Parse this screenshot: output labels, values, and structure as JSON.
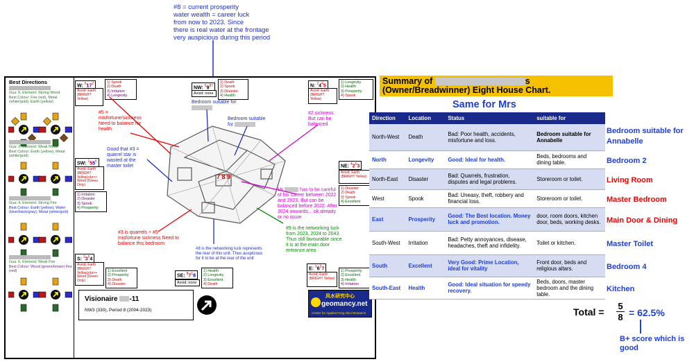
{
  "top_annotation": [
    "#8 = current prosperity",
    "water wealth = career luck",
    "from now to 2023. Since",
    "there is real water at the frontage",
    "very auspicious during this period"
  ],
  "best_directions": {
    "title": "Best Directions",
    "panels": [
      {
        "gua": "Gua: 8, Element: Strong Wood",
        "colour": "Best Colour: Fire (red), Metal (white/gold), Earth (yellow)"
      },
      {
        "gua": "Gua: 3, Element: Weak Metal",
        "colour": "Best Colour: Earth (yellow), Metal (white/gold)"
      },
      {
        "gua": "Gua: 4, Element: Strong Fire",
        "colour": "Best Colour: Earth (yellow), Water (blue/black/gray), Metal (white/gold)"
      },
      {
        "gua": "Gua: 6, Element: Weak Fire",
        "colour": "Best Colour: Wood (green/brown) Fire (red)"
      }
    ]
  },
  "sectors": {
    "W": {
      "head": "W:",
      "n1": "6",
      "n2": "1",
      "n3": "7",
      "n4": "2",
      "note": "Avoid: Earth (BRIGHT Yellow)",
      "stars": [
        "1) Spook",
        "2) Death",
        "3) Irritation",
        "4) Longevity"
      ]
    },
    "NW": {
      "head": "NW:",
      "n1": "6",
      "n2": "9",
      "n3": "8",
      "n4": "7",
      "note": "Avoid: none",
      "stars": [
        "1) Death",
        "2) Spook",
        "3) Disaster",
        "4) Health"
      ]
    },
    "N": {
      "head": "N:",
      "n1": "2",
      "n2": "4",
      "n3": "4",
      "n4": "5",
      "note": "Avoid: Earth (BRIGHT Yellow)",
      "stars": [
        "1) Longevity",
        "2) Health",
        "3) Prosperity",
        "4) Spook"
      ]
    },
    "SW": {
      "head": "SW:",
      "n1": "1",
      "n2": "5",
      "n3": "5",
      "n4": "6",
      "note": "Avoid: Earth (BRIGHT Yellow)<br>+Wood (Green Only)",
      "stars": [
        "1) Irritation",
        "2) Disaster",
        "3) Spook",
        "4) Prosperity"
      ]
    },
    "NE": {
      "head": "NE:",
      "n1": "4",
      "n2": "2",
      "n3": "6",
      "n4": "3",
      "note": "Avoid: Earth (BRIGHT Yellow)",
      "stars": [
        "1) Disaster",
        "2) Death",
        "3) Spook",
        "4) Excellent"
      ]
    },
    "S": {
      "head": "S:",
      "n1": "3",
      "n2": "3",
      "n3": "5",
      "n4": "4",
      "note": "Avoid: Earth (BRIGHT Yellow)<br>+Wood (Green Only)",
      "stars": [
        "1) Excellent",
        "2) Prosperity",
        "3) Death",
        "4) Disaster"
      ]
    },
    "SE": {
      "head": "SE:",
      "n1": "8",
      "n2": "7",
      "n3": "1",
      "n4": "8",
      "note": "Avoid: none",
      "stars": [
        "1) Health",
        "2) Longevity",
        "3) Excellent",
        "4) Death"
      ]
    },
    "E": {
      "head": "E:",
      "n1": "9",
      "n2": "6",
      "n3": "2",
      "n4": "7",
      "note": "Avoid: Earth (BRIGHT Yellow)",
      "stars": [
        "1) Prosperity",
        "2) Excellent",
        "3) Health",
        "4) Irritation"
      ]
    }
  },
  "annotations": {
    "misfortune": "#5 = misfortune/sickness Need to balance for health",
    "quarrel": "Good that #3 = quarrel star is wasted at the master toilet",
    "bedroom1": "Bedroom suitable for",
    "bedroom2": "Bedroom suitable for",
    "sickness": "#2 sickness. But can be balanced",
    "career_a": "has to be careful of his career between 2022 and 2023. But can be balanced before 2022. After 2024 onwards... ok already or no issue",
    "career_prefix": "Mr",
    "networking9": "#9 is the networking luck from 2023, 2024 to 2043. Thus still favourable since it is at the main door entrance area",
    "quarrels35": "#3 is quarrels + #5 misfortune sickness Need to balance this bedroom",
    "networking8": "#8 is the networking luck represents the rear of this unit. Thus auspicious for it to be at the rear of the unit"
  },
  "center_stars": "7 8 9",
  "bottom_box": {
    "title": "Visionaire",
    "title_suffix": "-11",
    "sub": "NW3 (330), Period 8 (2004-2023)"
  },
  "logo": {
    "text": "geomancy.net",
    "sub": "Center for Applied Feng Shui Research",
    "chinese": "风水研究中心"
  },
  "summary": {
    "title_line1_a": "Summary of",
    "title_line1_b": "s",
    "title_line2": "(Owner/Breadwinner) Eight House Chart.",
    "same_for": "Same for Mrs",
    "headers": [
      "Direction",
      "Location",
      "Status",
      "suitable for"
    ],
    "rows": [
      {
        "dir": "North-West",
        "loc": "Death",
        "status": "Bad: Poor health, accidents, misfortune and loss.",
        "suit": "Bedroom suitable for Annabelle",
        "good": false,
        "suit_bold": true,
        "room": "Bedroom suitable for Annabelle",
        "room_color": "blue"
      },
      {
        "dir": "North",
        "loc": "Longevity",
        "status": "Good: Ideal for health.",
        "suit": "Beds, bedrooms and dining table.",
        "good": true,
        "suit_bold": false,
        "room": "Bedroom 2",
        "room_color": "blue"
      },
      {
        "dir": "North-East",
        "loc": "Disaster",
        "status": "Bad: Quarrels, frustration, disputes and legal problems.",
        "suit": "Storeroom or toilet.",
        "good": false,
        "suit_bold": false,
        "room": "Living Room",
        "room_color": "red"
      },
      {
        "dir": "West",
        "loc": "Spook",
        "status": "Bad: Uneasy, theft, robbery and financial loss.",
        "suit": "Storeroom or toilet.",
        "good": false,
        "suit_bold": false,
        "room": "Master Bedroom",
        "room_color": "red"
      },
      {
        "dir": "East",
        "loc": "Prosperity",
        "status": "Good: The Best location. Money luck and promotion.",
        "suit": "door, room doors, kitchen door, beds, working desks.",
        "good": true,
        "suit_bold": false,
        "room": "Main Door & Dining",
        "room_color": "red"
      },
      {
        "dir": "South-West",
        "loc": "Irritation",
        "status": "Bad: Petty annoyances, disease, headaches, theft and infidelity.",
        "suit": "Toilet or kitchen.",
        "good": false,
        "suit_bold": false,
        "room": "Master Toilet",
        "room_color": "blue"
      },
      {
        "dir": "South",
        "loc": "Excellent",
        "status": "Very Good: Prime Location, ideal for vitality",
        "suit": "Front door, beds and religious altars.",
        "good": true,
        "suit_bold": false,
        "room": "Bedroom 4",
        "room_color": "blue"
      },
      {
        "dir": "South-East",
        "loc": "Health",
        "status": "Good: Ideal situation for speedy recovery.",
        "suit": "Beds, doors, master bedroom and the dining table.",
        "good": true,
        "suit_bold": false,
        "room": "Kitchen",
        "room_color": "blue"
      }
    ],
    "total_label": "Total =",
    "numerator": "5",
    "denominator": "8",
    "percent": "= 62.5%",
    "score_note": "B+ score which is good"
  }
}
